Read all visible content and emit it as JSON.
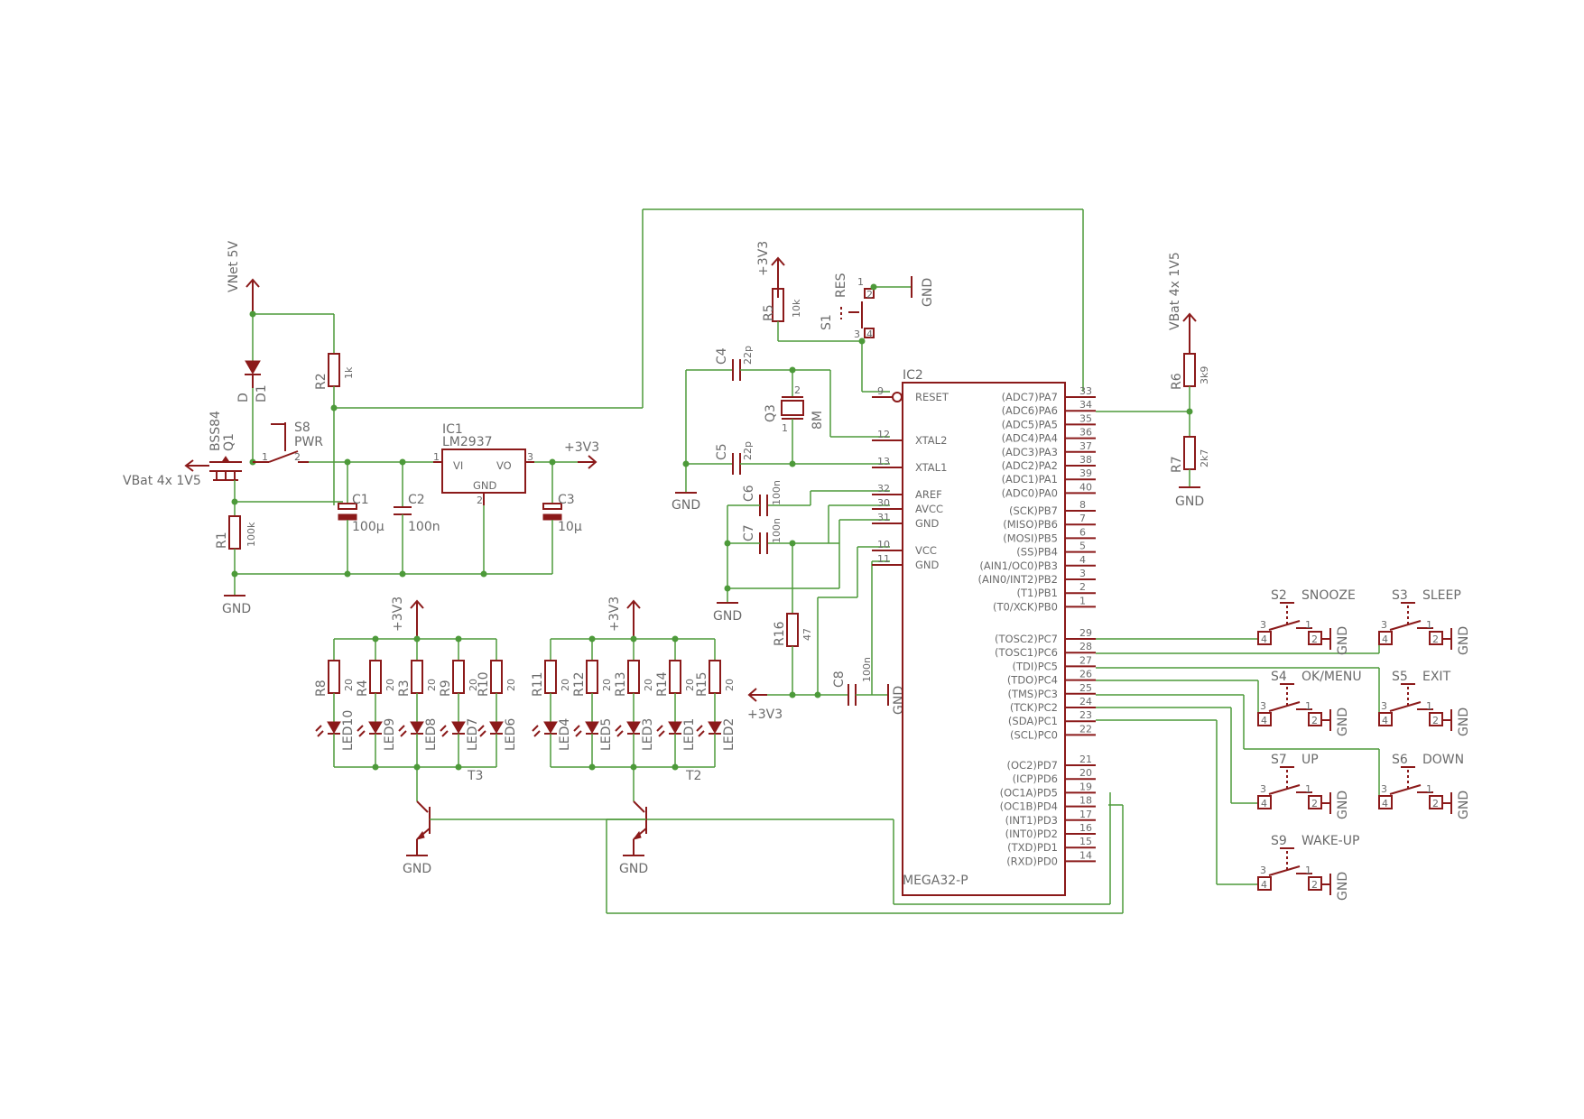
{
  "power": {
    "vnet": "VNet 5V",
    "vbat": "VBat 4x 1V5",
    "p3v3": "+3V3",
    "gnd": "GND"
  },
  "ic1": {
    "ref": "IC1",
    "value": "LM2937",
    "vi": "VI",
    "vo": "VO",
    "gnd": "GND",
    "pin1": "1",
    "pin2": "2",
    "pin3": "3"
  },
  "q1": {
    "ref": "Q1",
    "value": "BSS84"
  },
  "d1": {
    "ref": "D1",
    "value": "D"
  },
  "s8": {
    "ref": "S8",
    "value": "PWR",
    "pin1": "1",
    "pin2": "2"
  },
  "resistors": {
    "R1": "100k",
    "R2": "1k",
    "R5": "10k",
    "R6": "3k9",
    "R7": "2k7",
    "R16": "47",
    "R8": "20",
    "R4": "20",
    "R3": "20",
    "R9": "20",
    "R10": "20",
    "R11": "20",
    "R12": "20",
    "R13": "20",
    "R14": "20",
    "R15": "20"
  },
  "capacitors": {
    "C1": "100μ",
    "C2": "100n",
    "C3": "10μ",
    "C4": "22p",
    "C5": "22p",
    "C6": "100n",
    "C7": "100n",
    "C8": "100n"
  },
  "q3": {
    "ref": "Q3",
    "value": "8M",
    "p1": "1",
    "p2": "2"
  },
  "s1": {
    "ref": "S1",
    "value": "RES",
    "p1": "1",
    "p2": "2",
    "p3": "3",
    "p4": "4"
  },
  "leds_t3": [
    "LED10",
    "LED9",
    "LED8",
    "LED7",
    "LED6"
  ],
  "leds_t2": [
    "LED4",
    "LED5",
    "LED3",
    "LED1",
    "LED2"
  ],
  "t3": "T3",
  "t2": "T2",
  "ic2": {
    "ref": "IC2",
    "value": "MEGA32-P",
    "left_pins": [
      {
        "num": "9",
        "name": "RESET"
      },
      {
        "num": "12",
        "name": "XTAL2"
      },
      {
        "num": "13",
        "name": "XTAL1"
      },
      {
        "num": "32",
        "name": "AREF"
      },
      {
        "num": "30",
        "name": "AVCC"
      },
      {
        "num": "31",
        "name": "GND"
      },
      {
        "num": "10",
        "name": "VCC"
      },
      {
        "num": "11",
        "name": "GND"
      }
    ],
    "right_pins": [
      {
        "num": "33",
        "name": "(ADC7)PA7"
      },
      {
        "num": "34",
        "name": "(ADC6)PA6"
      },
      {
        "num": "35",
        "name": "(ADC5)PA5"
      },
      {
        "num": "36",
        "name": "(ADC4)PA4"
      },
      {
        "num": "37",
        "name": "(ADC3)PA3"
      },
      {
        "num": "38",
        "name": "(ADC2)PA2"
      },
      {
        "num": "39",
        "name": "(ADC1)PA1"
      },
      {
        "num": "40",
        "name": "(ADC0)PA0"
      },
      {
        "num": "8",
        "name": "(SCK)PB7"
      },
      {
        "num": "7",
        "name": "(MISO)PB6"
      },
      {
        "num": "6",
        "name": "(MOSI)PB5"
      },
      {
        "num": "5",
        "name": "(SS)PB4"
      },
      {
        "num": "4",
        "name": "(AIN1/OC0)PB3"
      },
      {
        "num": "3",
        "name": "(AIN0/INT2)PB2"
      },
      {
        "num": "2",
        "name": "(T1)PB1"
      },
      {
        "num": "1",
        "name": "(T0/XCK)PB0"
      },
      {
        "num": "29",
        "name": "(TOSC2)PC7"
      },
      {
        "num": "28",
        "name": "(TOSC1)PC6"
      },
      {
        "num": "27",
        "name": "(TDI)PC5"
      },
      {
        "num": "26",
        "name": "(TDO)PC4"
      },
      {
        "num": "25",
        "name": "(TMS)PC3"
      },
      {
        "num": "24",
        "name": "(TCK)PC2"
      },
      {
        "num": "23",
        "name": "(SDA)PC1"
      },
      {
        "num": "22",
        "name": "(SCL)PC0"
      },
      {
        "num": "21",
        "name": "(OC2)PD7"
      },
      {
        "num": "20",
        "name": "(ICP)PD6"
      },
      {
        "num": "19",
        "name": "(OC1A)PD5"
      },
      {
        "num": "18",
        "name": "(OC1B)PD4"
      },
      {
        "num": "17",
        "name": "(INT1)PD3"
      },
      {
        "num": "16",
        "name": "(INT0)PD2"
      },
      {
        "num": "15",
        "name": "(TXD)PD1"
      },
      {
        "num": "14",
        "name": "(RXD)PD0"
      }
    ]
  },
  "switches": [
    {
      "ref": "S2",
      "value": "SNOOZE"
    },
    {
      "ref": "S3",
      "value": "SLEEP"
    },
    {
      "ref": "S5",
      "value": "EXIT"
    },
    {
      "ref": "S4",
      "value": "OK/MENU"
    },
    {
      "ref": "S6",
      "value": "DOWN"
    },
    {
      "ref": "S7",
      "value": "UP"
    },
    {
      "ref": "S9",
      "value": "WAKE-UP"
    }
  ],
  "switch_pins": {
    "p1": "1",
    "p2": "2",
    "p3": "3",
    "p4": "4"
  }
}
